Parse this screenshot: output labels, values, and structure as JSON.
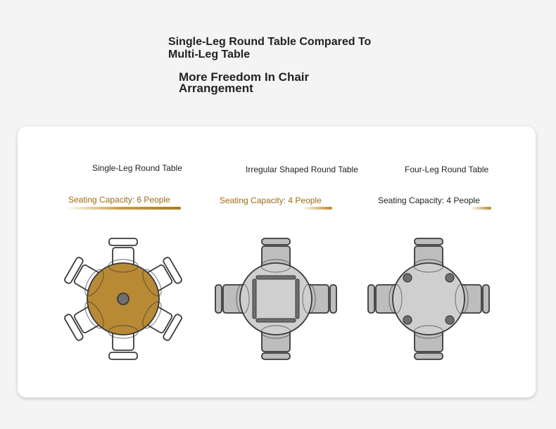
{
  "header": {
    "title": "Single-Leg Round Table Compared To Multi-Leg Table",
    "subtitle": "More Freedom In Chair Arrangement"
  },
  "tables": [
    {
      "name": "Single-Leg Round Table",
      "capacity": "Seating Capacity: 6 People"
    },
    {
      "name": "Irregular Shaped Round Table",
      "capacity": "Seating Capacity: 4 People"
    },
    {
      "name": "Four-Leg Round Table",
      "capacity": "Seating Capacity: 4 People"
    }
  ],
  "colors": {
    "gold_table": "#b88a35",
    "gold_text": "#9a6a12",
    "grey_table": "#cfcfcf",
    "chair_fill": "#bdbdbd",
    "outline": "#3a3a3a",
    "card_bg": "#ffffff",
    "page_bg": "#f4f4f4"
  }
}
